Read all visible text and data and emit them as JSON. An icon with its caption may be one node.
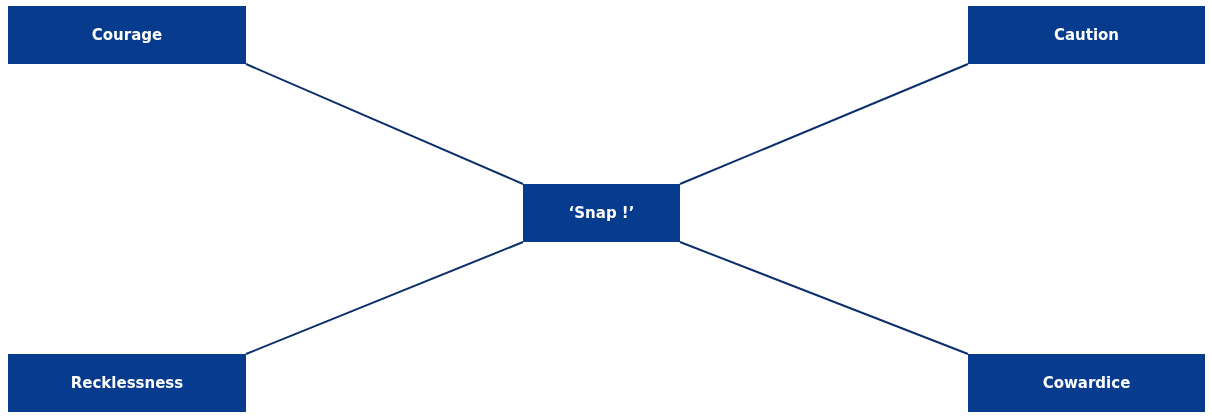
{
  "diagram": {
    "nodes": [
      {
        "text": [
          "Courage"
        ]
      },
      {
        "text": [
          "Caution"
        ]
      },
      {
        "text": [
          "‘Snap !’"
        ]
      },
      {
        "text": [
          "Recklessness"
        ]
      },
      {
        "text": [
          "Cowardice"
        ]
      }
    ],
    "edges": [
      {
        "from": 0,
        "to": 2,
        "arrow": "none"
      },
      {
        "from": 1,
        "to": 2,
        "arrow": "none"
      },
      {
        "from": 3,
        "to": 2,
        "arrow": "none"
      },
      {
        "from": 4,
        "to": 2,
        "arrow": "none"
      }
    ]
  }
}
